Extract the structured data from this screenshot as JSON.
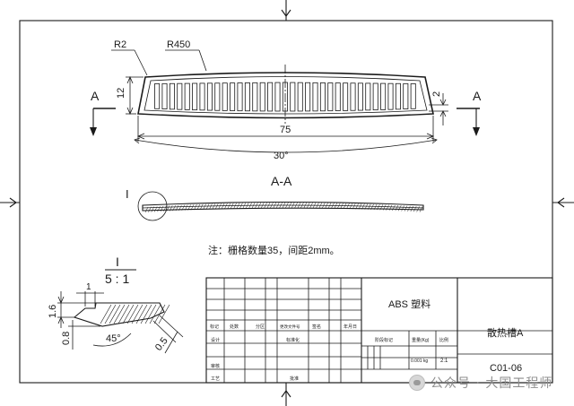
{
  "drawing": {
    "dims": {
      "radius_small": "R2",
      "radius_large": "R450",
      "height": "12",
      "width": "75",
      "gap": "2",
      "angle": "30°",
      "detail_height": "1.6",
      "detail_top": "1",
      "detail_base": "0.8",
      "detail_angle": "45°",
      "detail_chamfer": "0.5"
    },
    "section_marker": "A",
    "section_title": "A-A",
    "detail_marker": "I",
    "detail_title_top": "I",
    "detail_scale": "5 : 1",
    "note": "注：栅格数量35，间距2mm。"
  },
  "title_block": {
    "material": "ABS 塑料",
    "part_name": "散热槽A",
    "drawing_no": "C01-06",
    "mark_labels": [
      "标记",
      "处数",
      "分区",
      "更改文件号",
      "签名",
      "年月日"
    ],
    "role_labels": [
      "设计",
      "审核",
      "工艺"
    ],
    "standardization": "标准化",
    "approval": "批准",
    "stage_mark": "阶段标记",
    "weight_label": "重量(Kg)",
    "scale_label": "比例",
    "weight": "0.001 kg",
    "scale": "2:1"
  },
  "watermark": {
    "text": "公众号 · 大国工程师",
    "logo": "wechat-logo-icon"
  }
}
